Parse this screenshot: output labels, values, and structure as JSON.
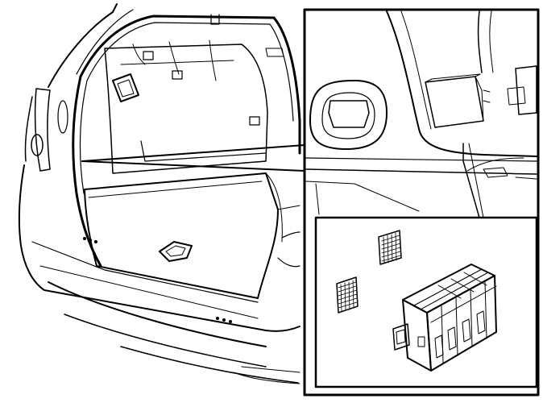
{
  "figure": {
    "description_visible_text": "",
    "colors": {
      "line": "#000000",
      "background": "#ffffff"
    },
    "icons": [
      "car-rear-cargo-area",
      "detail-callout-frame",
      "inset-detail-frame",
      "control-module",
      "speaker-grille-left",
      "speaker-grille-right"
    ]
  }
}
